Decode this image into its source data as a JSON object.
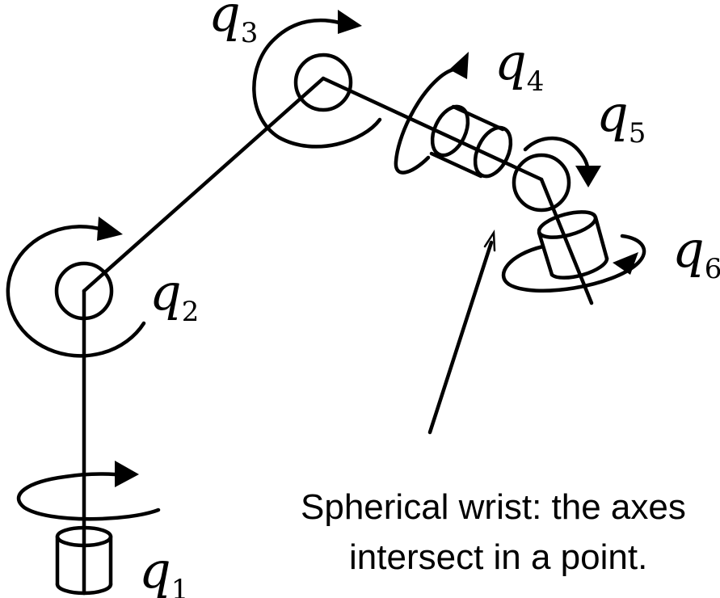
{
  "joints": {
    "q1": {
      "symbol": "q",
      "index": "1"
    },
    "q2": {
      "symbol": "q",
      "index": "2"
    },
    "q3": {
      "symbol": "q",
      "index": "3"
    },
    "q4": {
      "symbol": "q",
      "index": "4"
    },
    "q5": {
      "symbol": "q",
      "index": "5"
    },
    "q6": {
      "symbol": "q",
      "index": "6"
    }
  },
  "caption": {
    "line1": "Spherical wrist: the axes",
    "line2": "intersect in a point."
  }
}
